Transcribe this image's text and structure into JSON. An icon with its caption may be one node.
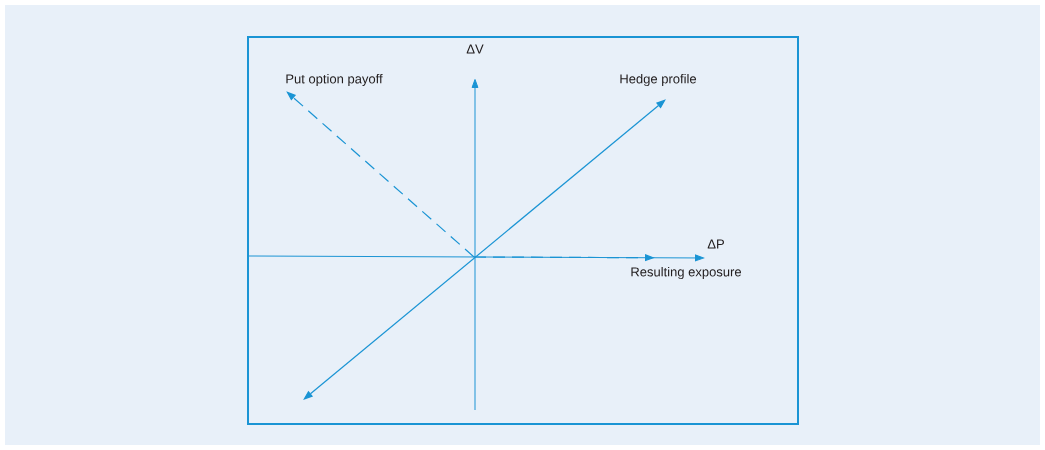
{
  "diagram": {
    "nodes": [
      {
        "text": [
          "Put option payoff"
        ]
      },
      {
        "text": [
          "Hedge profile"
        ]
      },
      {
        "text": [
          "Resulting exposure"
        ]
      }
    ],
    "edges": [
      {
        "from": null,
        "to": 0,
        "arrow": "to",
        "style": "dashed"
      },
      {
        "from": null,
        "to": 1,
        "arrow": "both"
      },
      {
        "from": null,
        "to": 2,
        "arrow": "to",
        "style": "dashed"
      }
    ],
    "labels": [
      "ΔV",
      "ΔP"
    ]
  }
}
